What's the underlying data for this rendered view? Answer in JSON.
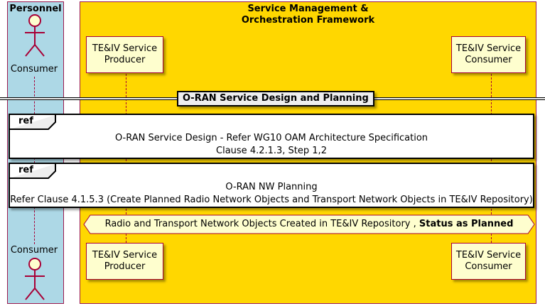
{
  "boxes": {
    "personnel": "Personnel",
    "smo_line1": "Service Management &",
    "smo_line2": "Orchestration Framework"
  },
  "participants": {
    "consumer_actor": "Consumer",
    "producer_line1": "TE&IV Service",
    "producer_line2": "Producer",
    "consumer_line1": "TE&IV Service",
    "consumer_line2": "Consumer"
  },
  "divider": {
    "label": "O-RAN Service Design and Planning"
  },
  "refs": [
    {
      "tag": "ref",
      "line1": "O-RAN Service Design - Refer WG10 OAM Architecture Specification",
      "line2": "Clause 4.2.1.3, Step 1,2"
    },
    {
      "tag": "ref",
      "line1": "O-RAN NW Planning",
      "line2": "Refer Clause 4.1.5.3 (Create Planned Radio Network Objects and Transport Network Objects in TE&IV Repository)"
    }
  ],
  "status": {
    "text": "Radio and Transport Network Objects Created in TE&IV Repository ,",
    "bold": "Status as Planned"
  },
  "colors": {
    "personnel_bg": "#ADD8E6",
    "smo_bg": "#FFD700",
    "participant_bg": "#FEFECE",
    "border": "#A80036"
  }
}
